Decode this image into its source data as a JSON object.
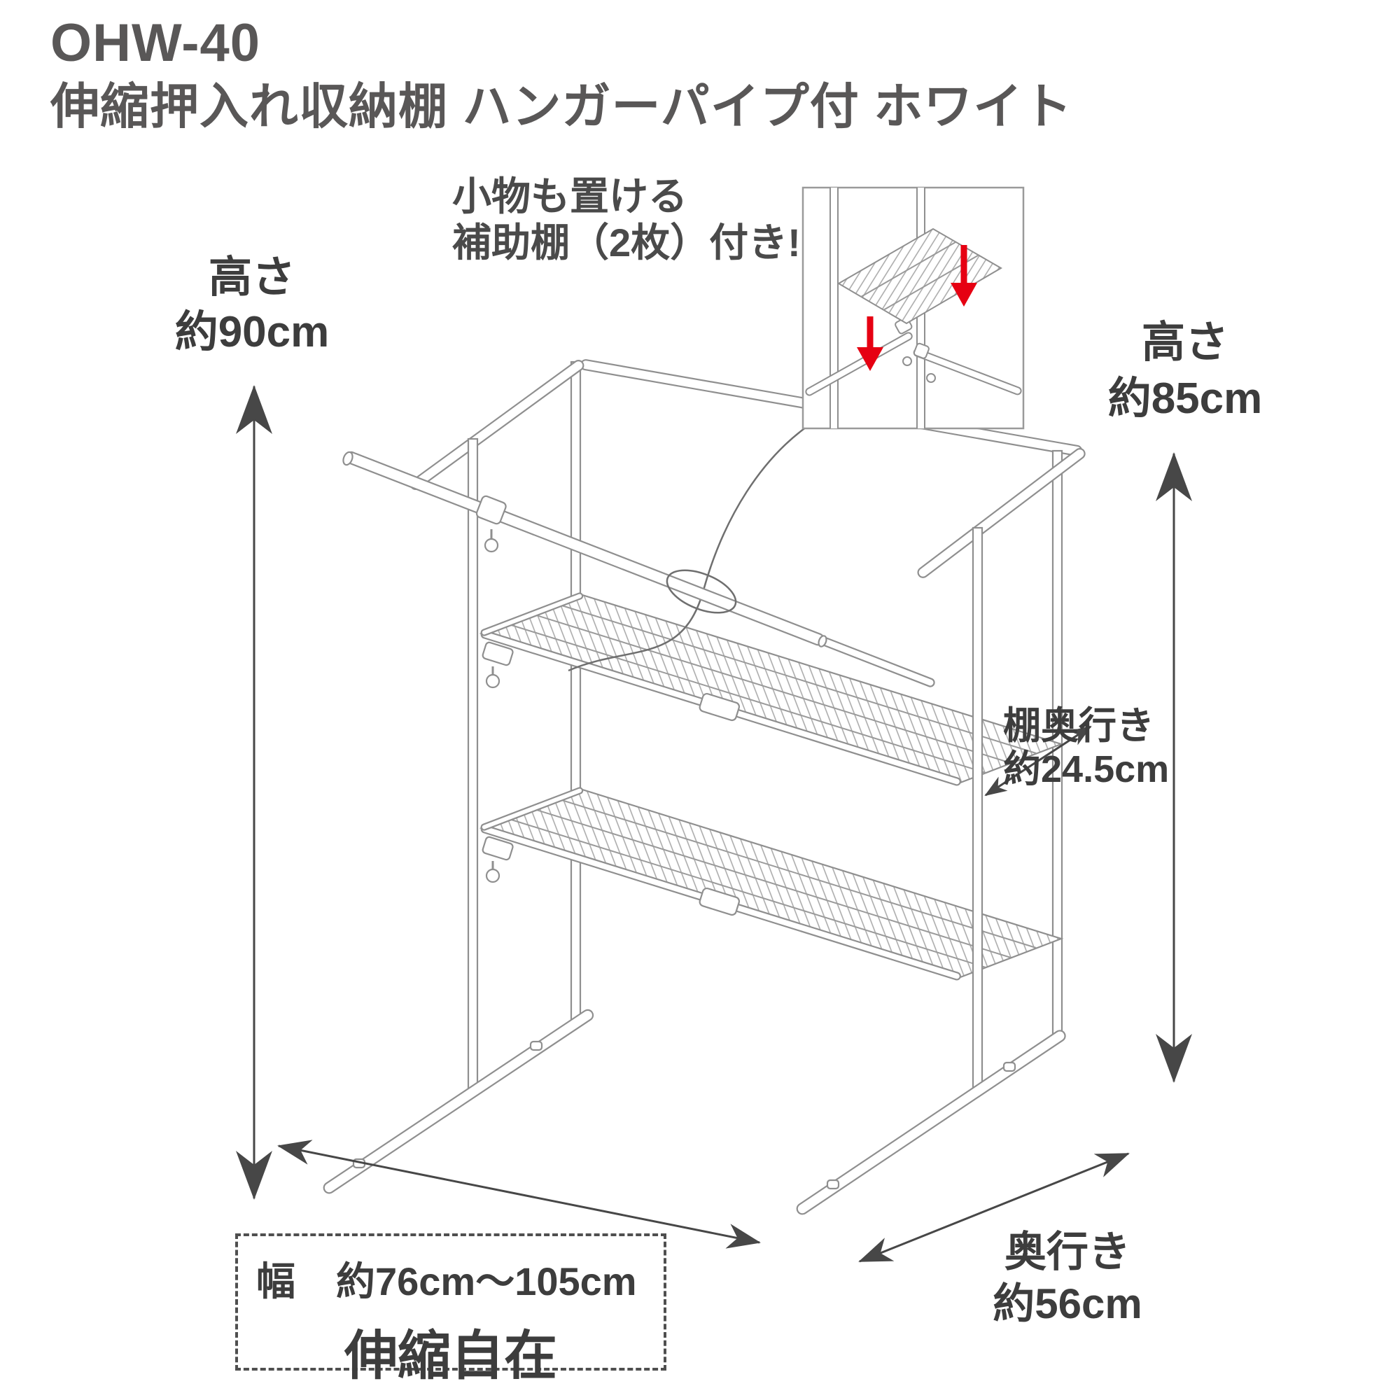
{
  "product": {
    "model": "OHW-40",
    "name": "伸縮押入れ収納棚 ハンガーパイプ付 ホワイト"
  },
  "callout": {
    "line1": "小物も置ける",
    "line2": "補助棚（2枚）付き!"
  },
  "dimensions": {
    "height_front": {
      "label": "高さ",
      "value": "約90cm"
    },
    "height_rear": {
      "label": "高さ",
      "value": "約85cm"
    },
    "shelf_depth": {
      "label": "棚奥行き",
      "value": "約24.5cm"
    },
    "depth": {
      "label": "奥行き",
      "value": "約56cm"
    },
    "width": {
      "label": "幅",
      "value": "約76cm〜105cm",
      "note": "伸縮自在"
    }
  },
  "colors": {
    "title": "#595757",
    "label": "#3d3d3d",
    "drawing_line": "#8f8f8f",
    "dimension_arrow": "#474747",
    "accent_red": "#e60012",
    "background": "#ffffff"
  }
}
